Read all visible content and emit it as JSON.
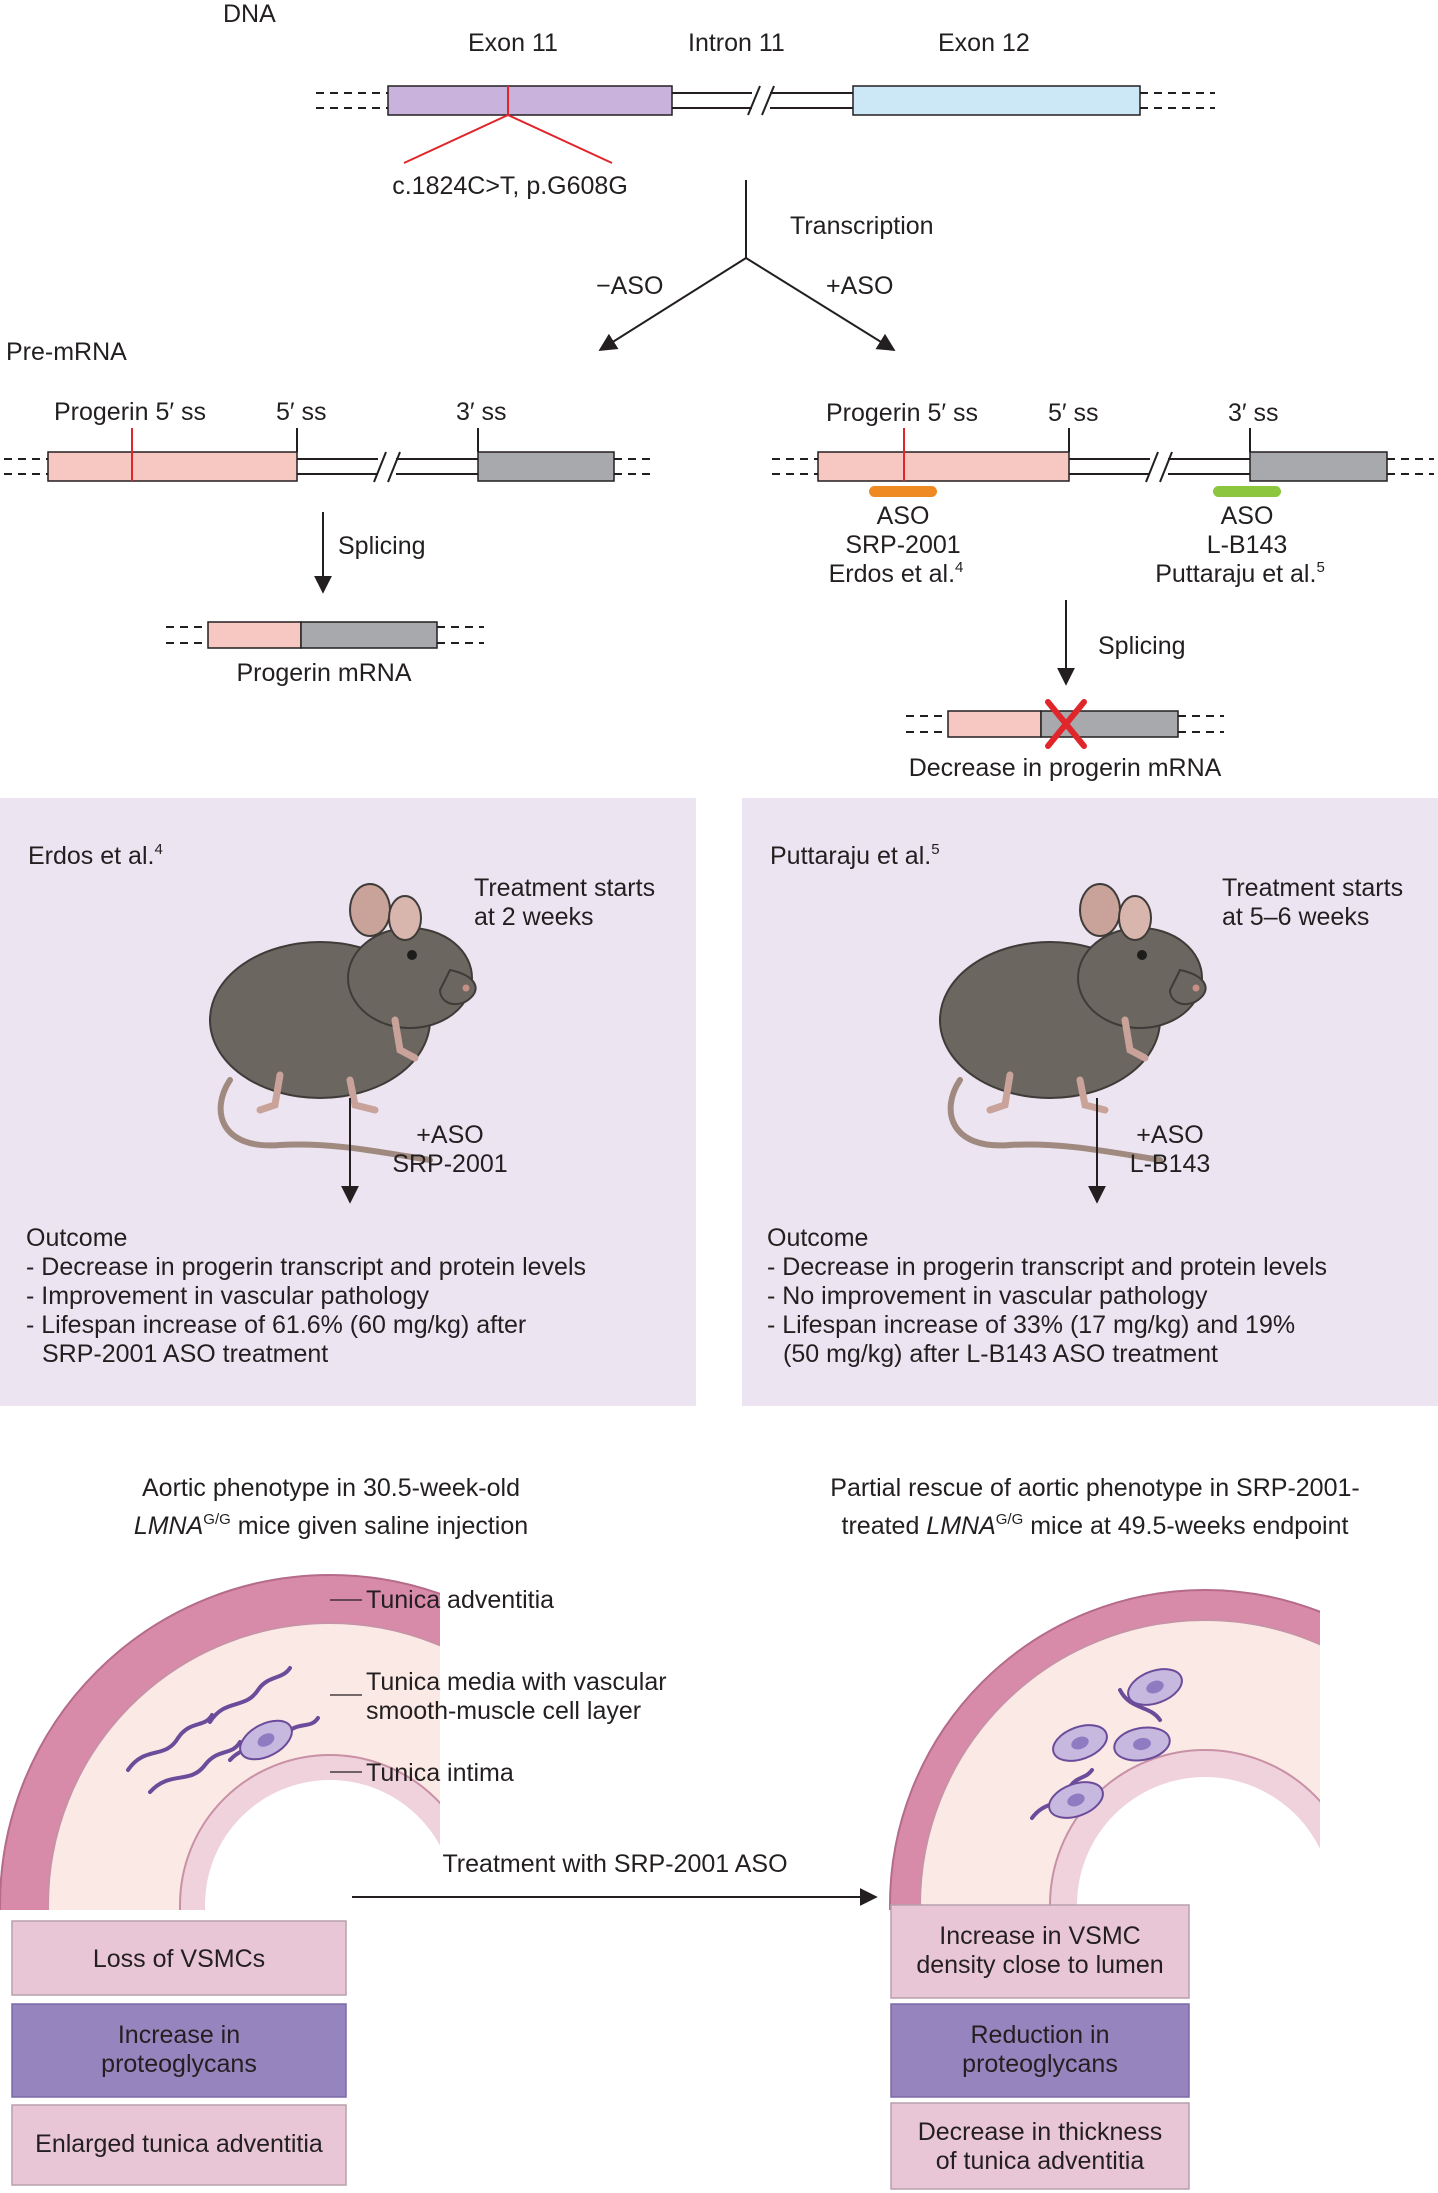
{
  "dna": {
    "label": "DNA",
    "exon11": "Exon 11",
    "intron11": "Intron 11",
    "exon12": "Exon 12",
    "mutation": "c.1824C>T, p.G608G",
    "transcription": "Transcription",
    "minus_aso": "−ASO",
    "plus_aso": "+ASO"
  },
  "premrna": {
    "label": "Pre-mRNA",
    "progerin_5ss": "Progerin 5′ ss",
    "five_ss": "5′ ss",
    "three_ss": "3′ ss"
  },
  "left_branch": {
    "splicing": "Splicing",
    "mrna_label": "Progerin mRNA"
  },
  "right_branch": {
    "aso1_name": "ASO",
    "aso1_id": "SRP-2001",
    "aso1_ref": "Erdos et al.",
    "aso1_ref_sup": "4",
    "aso2_name": "ASO",
    "aso2_id": "L-B143",
    "aso2_ref": "Puttaraju et al.",
    "aso2_ref_sup": "5",
    "splicing": "Splicing",
    "mrna_label": "Decrease in progerin mRNA"
  },
  "study_left": {
    "title": "Erdos et al.",
    "title_sup": "4",
    "start_line1": "Treatment starts",
    "start_line2": "at  2 weeks",
    "aso_line1": "+ASO",
    "aso_line2": "SRP-2001",
    "outcome": "Outcome",
    "bullet1": "- Decrease in progerin transcript and protein levels",
    "bullet2": "- Improvement in vascular pathology",
    "bullet3a": "- Lifespan increase of 61.6% (60 mg/kg) after",
    "bullet3b": "SRP-2001 ASO treatment"
  },
  "study_right": {
    "title": "Puttaraju et al.",
    "title_sup": "5",
    "start_line1": "Treatment starts",
    "start_line2": "at 5–6 weeks",
    "aso_line1": "+ASO",
    "aso_line2": "L-B143",
    "outcome": "Outcome",
    "bullet1": "- Decrease in progerin transcript and protein levels",
    "bullet2": "- No improvement in vascular pathology",
    "bullet3a": "- Lifespan increase of 33% (17 mg/kg) and 19%",
    "bullet3b": "(50 mg/kg) after L-B143 ASO treatment"
  },
  "aorta_left": {
    "title_line1": "Aortic phenotype in 30.5-week-old",
    "title_line2_italic": "LMNA",
    "title_line2_sup": "G/G",
    "title_line2_rest": " mice given saline injection",
    "layer1": "Tunica adventitia",
    "layer2a": "Tunica media with vascular",
    "layer2b": "smooth-muscle cell layer",
    "layer3": "Tunica intima",
    "box1": "Loss of VSMCs",
    "box2a": "Increase in",
    "box2b": "proteoglycans",
    "box3": "Enlarged tunica adventitia"
  },
  "aorta_right": {
    "title_line1": "Partial rescue of aortic phenotype in SRP-2001-",
    "title_line2_pre": "treated ",
    "title_line2_italic": "LMNA",
    "title_line2_sup": "G/G",
    "title_line2_rest": " mice at 49.5-weeks endpoint",
    "box1a": "Increase in VSMC",
    "box1b": "density close to lumen",
    "box2a": "Reduction in",
    "box2b": "proteoglycans",
    "box3a": "Decrease in thickness",
    "box3b": "of tunica adventitia"
  },
  "treatment_arrow": "Treatment with SRP-2001 ASO",
  "colors": {
    "exon11": "#c9b3dc",
    "exon12": "#cce8f6",
    "progerin": "#f7c7c1",
    "exon_gray": "#a7a9ac",
    "mutation": "#e0262a",
    "aso_orange": "#ef8a22",
    "aso_green": "#8cc63f",
    "panel_bg": "#ece5f1",
    "box_pink": "#e8c6d5",
    "box_purple": "#9684bf",
    "adventitia": "#d88aa9",
    "media": "#fbe9e6",
    "intima": "#efd2dc"
  }
}
